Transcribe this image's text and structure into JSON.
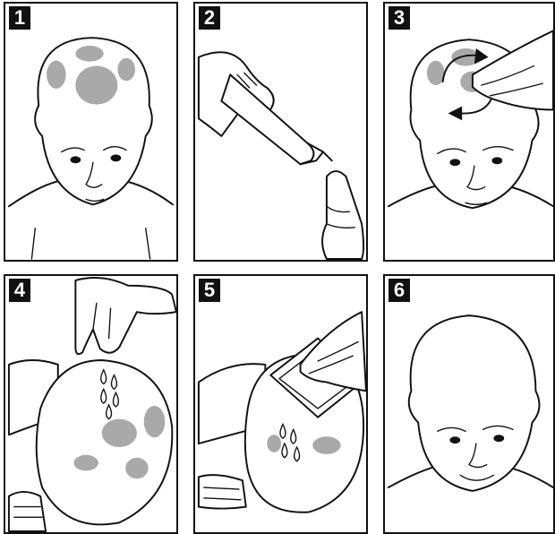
{
  "steps": [
    {
      "number": "1"
    },
    {
      "number": "2"
    },
    {
      "number": "3"
    },
    {
      "number": "4"
    },
    {
      "number": "5"
    },
    {
      "number": "6"
    }
  ],
  "colors": {
    "outline": "#111111",
    "patch": "#a9a9a9",
    "background": "#ffffff"
  },
  "icons": [
    "circular-arrows-icon",
    "drop-icon"
  ]
}
